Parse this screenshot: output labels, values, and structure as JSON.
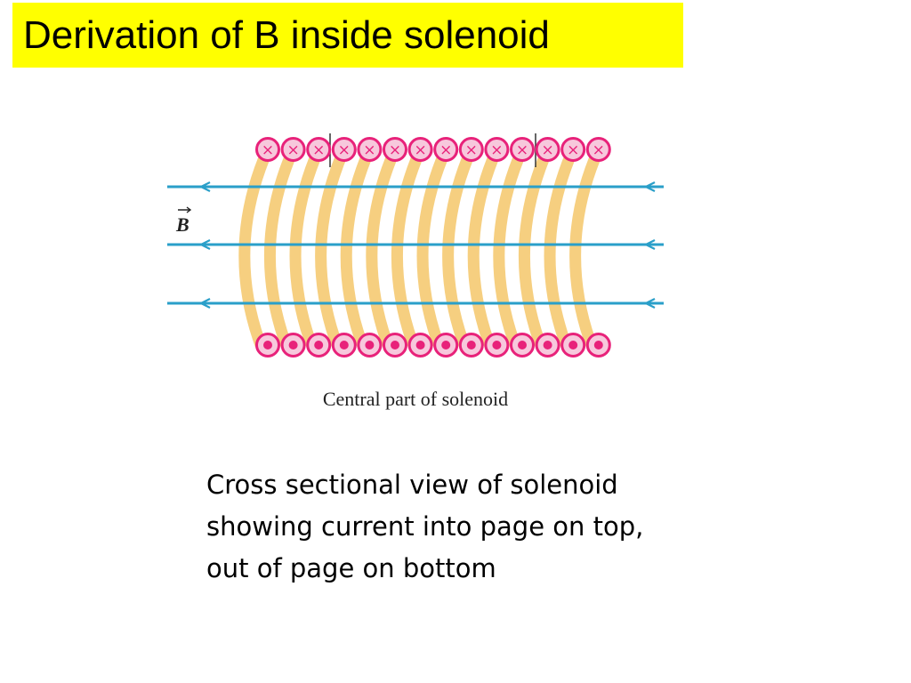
{
  "slide": {
    "title": "Derivation of B inside solenoid",
    "caption": "Cross sectional view of solenoid showing current into page on top, out of page on bottom"
  },
  "diagram": {
    "field_label": "B",
    "figure_caption": "Central part of solenoid",
    "top_wires": {
      "count": 14,
      "symbol": "×",
      "meaning": "current into page"
    },
    "bottom_wires": {
      "count": 14,
      "symbol": "•",
      "meaning": "current out of page"
    },
    "field_lines": 3,
    "colors": {
      "title_background": "#ffff00",
      "wire_ring": "#e8227a",
      "wire_fill": "#f7c8dc",
      "field_line": "#2a9fc9",
      "coil_band": "#f5c76a"
    }
  }
}
